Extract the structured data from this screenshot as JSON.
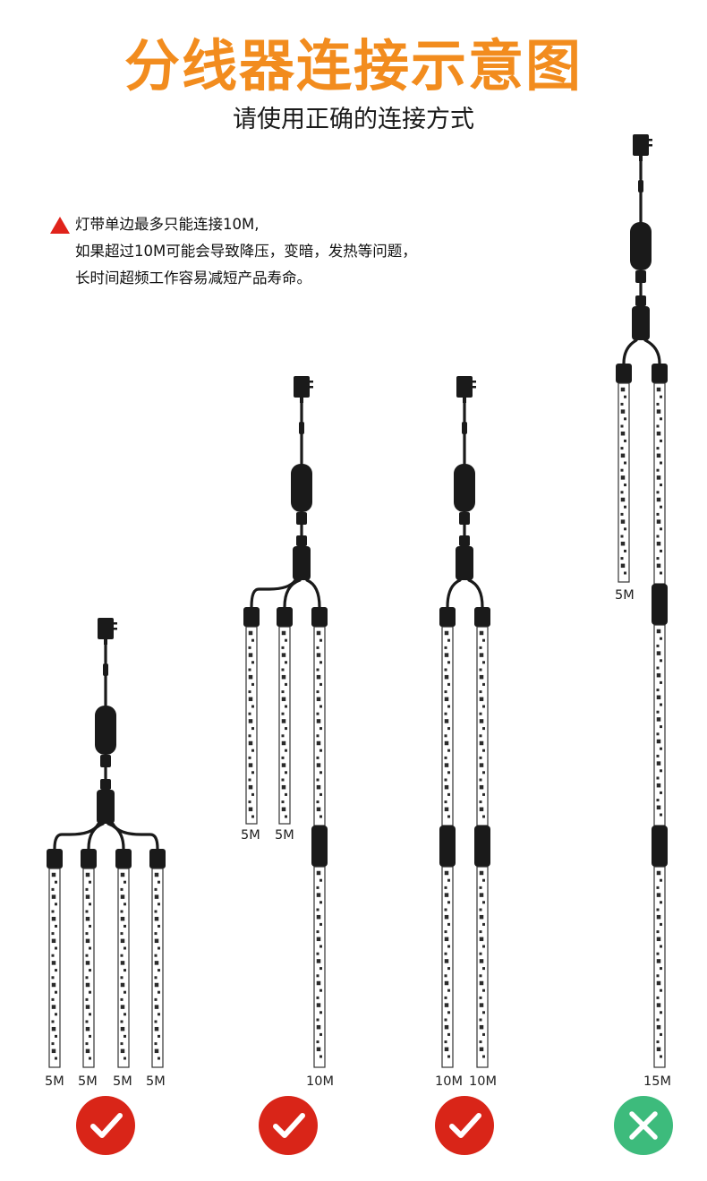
{
  "title": "分线器连接示意图",
  "subtitle": "请使用正确的连接方式",
  "note": {
    "lines": [
      "灯带单边最多只能连接10M,",
      "如果超过10M可能会导致降压，变暗，发热等问题，",
      "长时间超频工作容易减短产品寿命。"
    ],
    "icon": "warning-triangle-icon"
  },
  "colors": {
    "title": "#f28c1e",
    "warning": "#e0231b",
    "correct": "#d92518",
    "wrong": "#3dbb7c",
    "cable": "#1a1a1a"
  },
  "diagrams": [
    {
      "strips": [
        {
          "label": "5M"
        },
        {
          "label": "5M"
        },
        {
          "label": "5M"
        },
        {
          "label": "5M"
        }
      ],
      "result": {
        "icon": "check-icon",
        "correct": true
      }
    },
    {
      "strips": [
        {
          "label": "5M"
        },
        {
          "label": "5M"
        },
        {
          "label": "10M"
        }
      ],
      "result": {
        "icon": "check-icon",
        "correct": true
      }
    },
    {
      "strips": [
        {
          "label": "10M"
        },
        {
          "label": "10M"
        }
      ],
      "result": {
        "icon": "check-icon",
        "correct": true
      }
    },
    {
      "strips": [
        {
          "label": "5M"
        },
        {
          "label": "15M"
        }
      ],
      "result": {
        "icon": "cross-icon",
        "correct": false
      }
    }
  ]
}
